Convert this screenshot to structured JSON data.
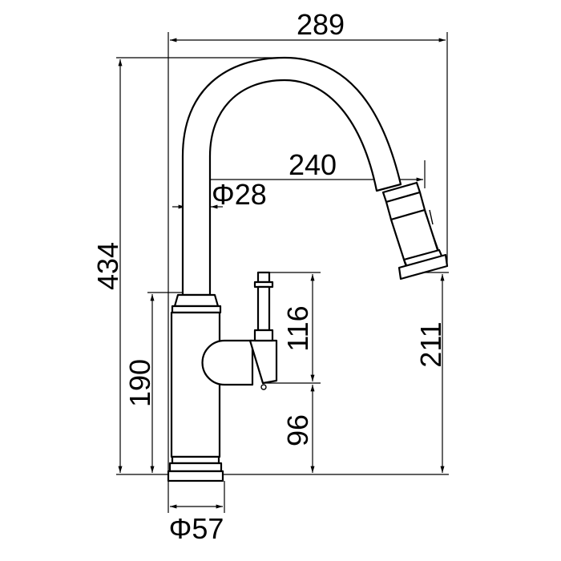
{
  "dimensions": {
    "overall_width": "289",
    "overall_height": "434",
    "spout_reach": "240",
    "spout_diameter": "Φ28",
    "body_height": "190",
    "spout_outlet_height": "211",
    "handle_height": "116",
    "handle_base_height": "96",
    "base_diameter": "Φ57"
  }
}
